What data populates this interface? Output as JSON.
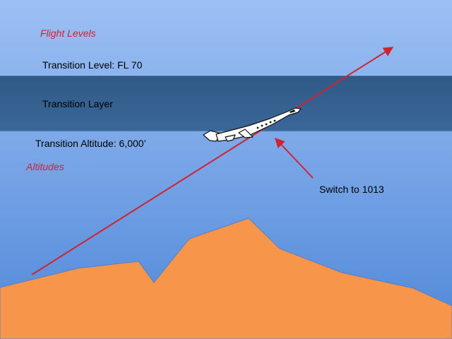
{
  "labels": {
    "flight_levels": "Flight Levels",
    "transition_level": "Transition Level: FL 70",
    "transition_layer": "Transition Layer",
    "transition_altitude": "Transition Altitude: 6,000’",
    "altitudes": "Altitudes",
    "switch_callout": "Switch to 1013"
  },
  "colors": {
    "sky_top": "#9dc0f4",
    "sky_bottom": "#4f87d8",
    "transition_layer": "#34608f",
    "terrain": "#f7964a",
    "arrow": "#d0232f",
    "label_accent": "#d0232f"
  },
  "icons": {
    "aircraft": "business-jet-icon"
  }
}
